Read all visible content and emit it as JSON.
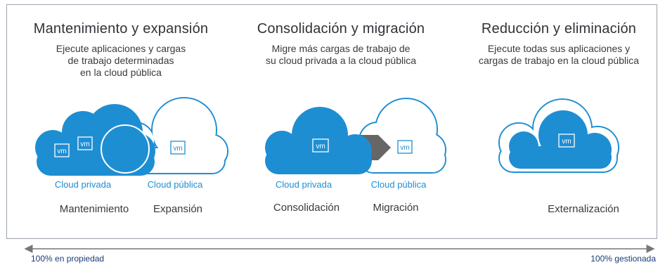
{
  "columns": [
    {
      "title": "Mantenimiento y expansión",
      "desc": [
        "Ejecute aplicaciones y cargas",
        "de trabajo determinadas",
        "en la cloud pública"
      ]
    },
    {
      "title": "Consolidación y migración",
      "desc": [
        "Migre más cargas de trabajo de",
        "su cloud privada a la cloud pública"
      ]
    },
    {
      "title": "Reducción y eliminación",
      "desc": [
        "Ejecute todas sus aplicaciones y",
        "cargas de trabajo en la cloud pública"
      ]
    }
  ],
  "vm_label": "vm",
  "cloud_labels": {
    "private": "Cloud privada",
    "public": "Cloud pública"
  },
  "captions": {
    "maintenance": "Mantenimiento",
    "expansion": "Expansión",
    "consolidation": "Consolidación",
    "migration": "Migración",
    "outsourcing": "Externalización"
  },
  "axis": {
    "left": "100% en propiedad",
    "right": "100% gestionada"
  },
  "colors": {
    "cloud_blue": "#1e8ed3",
    "outline_blue": "#1e8ed3",
    "arrow_gray": "#666666",
    "axis_text": "#1a3c78"
  }
}
